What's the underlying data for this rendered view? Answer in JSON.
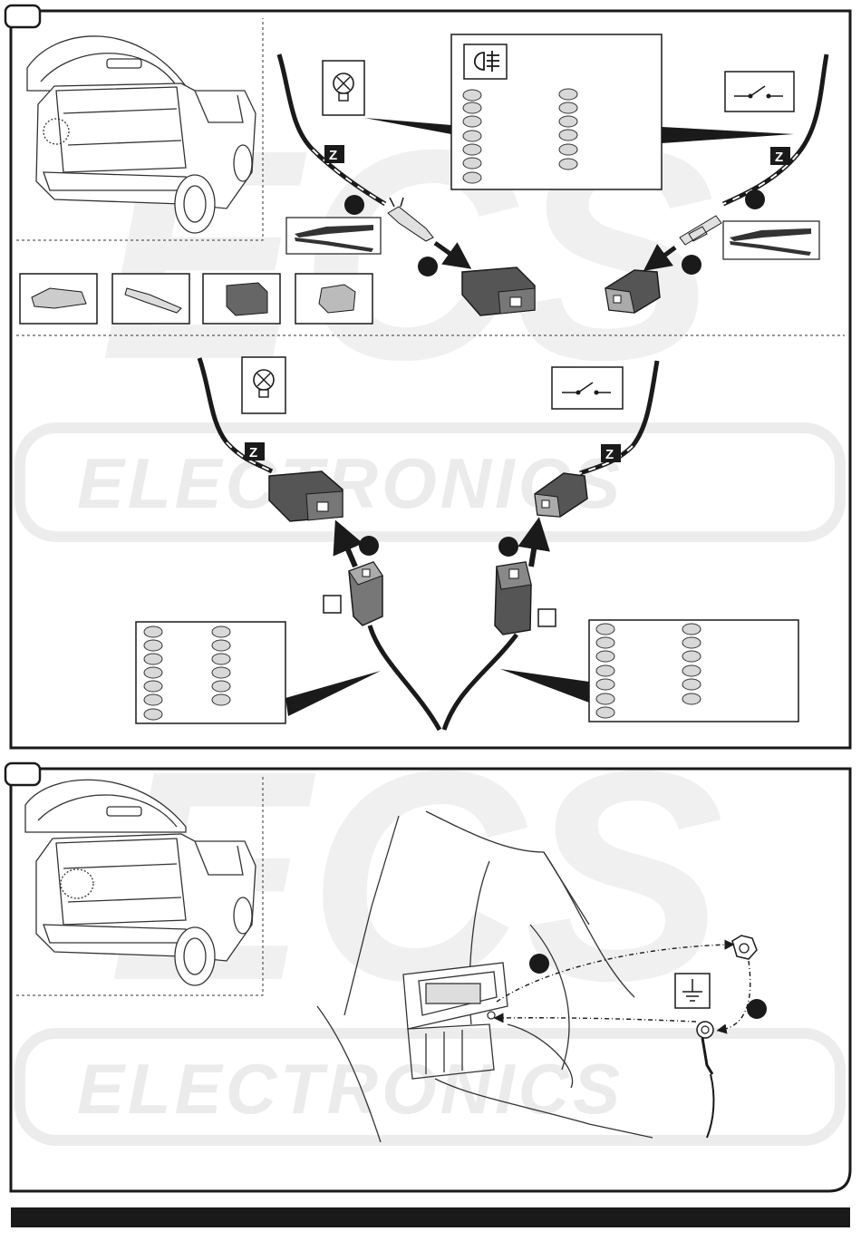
{
  "watermark": {
    "logo": "ECS",
    "word_top": "ELECTRONICS",
    "word_bottom": "ELECTRONICS"
  },
  "connector_labels": {
    "z1": "Z",
    "z2": "Z",
    "z3": "Z",
    "z4": "Z"
  },
  "icons": {
    "fog": "rear-fog-lamp-icon",
    "bulb": "bulb-icon",
    "switch": "switch-icon",
    "ground": "ground-icon"
  },
  "colors": {
    "line": "#1a1a1a",
    "connector": "#555555",
    "connector_light": "#9a9a9a",
    "swatch": "#d8d8d8",
    "watermark": "#ebebeb"
  }
}
